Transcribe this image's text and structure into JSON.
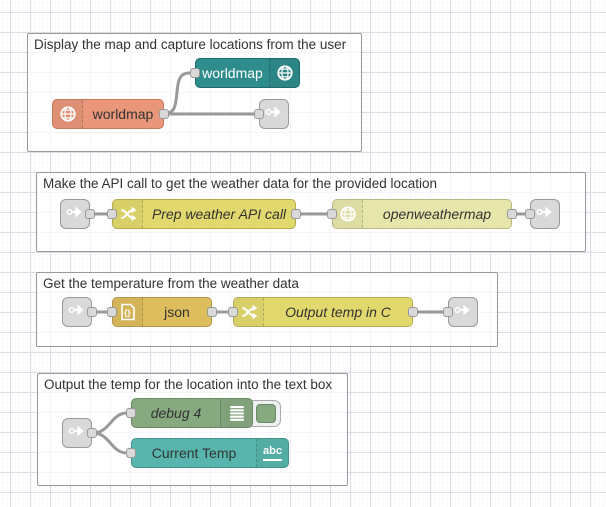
{
  "app": {
    "title": "Node-RED flow editor canvas"
  },
  "colors": {
    "worldmap_web_node": "#2E8C8C",
    "worldmap_node": "#E9967A",
    "function_node": "#E2D96E",
    "openweathermap_node": "#E6E6AB",
    "json_node": "#DEBD5C",
    "debug_node": "#87A980",
    "dashboard_text_node": "#57B5AD",
    "link_node": "#D9D9D9",
    "wire": "#999999",
    "grid_line": "#DCDCE8"
  },
  "groups": [
    {
      "title": "Display the map and capture locations from the user",
      "nodes": [
        {
          "label": "worldmap",
          "icon": "globe-icon"
        },
        {
          "label": "worldmap",
          "icon": "globe-icon"
        },
        {
          "label": "",
          "icon": "link-icon"
        }
      ]
    },
    {
      "title": "Make the API call to get the weather data for the provided location",
      "nodes": [
        {
          "label": "",
          "icon": "link-icon"
        },
        {
          "label": "Prep weather API call",
          "icon": "function-icon"
        },
        {
          "label": "openweathermap",
          "icon": "globe-icon"
        },
        {
          "label": "",
          "icon": "link-icon"
        }
      ]
    },
    {
      "title": "Get the temperature from the weather data",
      "nodes": [
        {
          "label": "",
          "icon": "link-icon"
        },
        {
          "label": "json",
          "icon": "json-file-icon"
        },
        {
          "label": "Output temp in C",
          "icon": "function-icon"
        },
        {
          "label": "",
          "icon": "link-icon"
        }
      ]
    },
    {
      "title": "Output the temp for the location into the text box",
      "nodes": [
        {
          "label": "",
          "icon": "link-icon"
        },
        {
          "label": "debug 4",
          "icon": "debug-list-icon"
        },
        {
          "label": "Current Temp",
          "icon": "abc-text-icon",
          "icon_text": "abc"
        }
      ]
    }
  ]
}
